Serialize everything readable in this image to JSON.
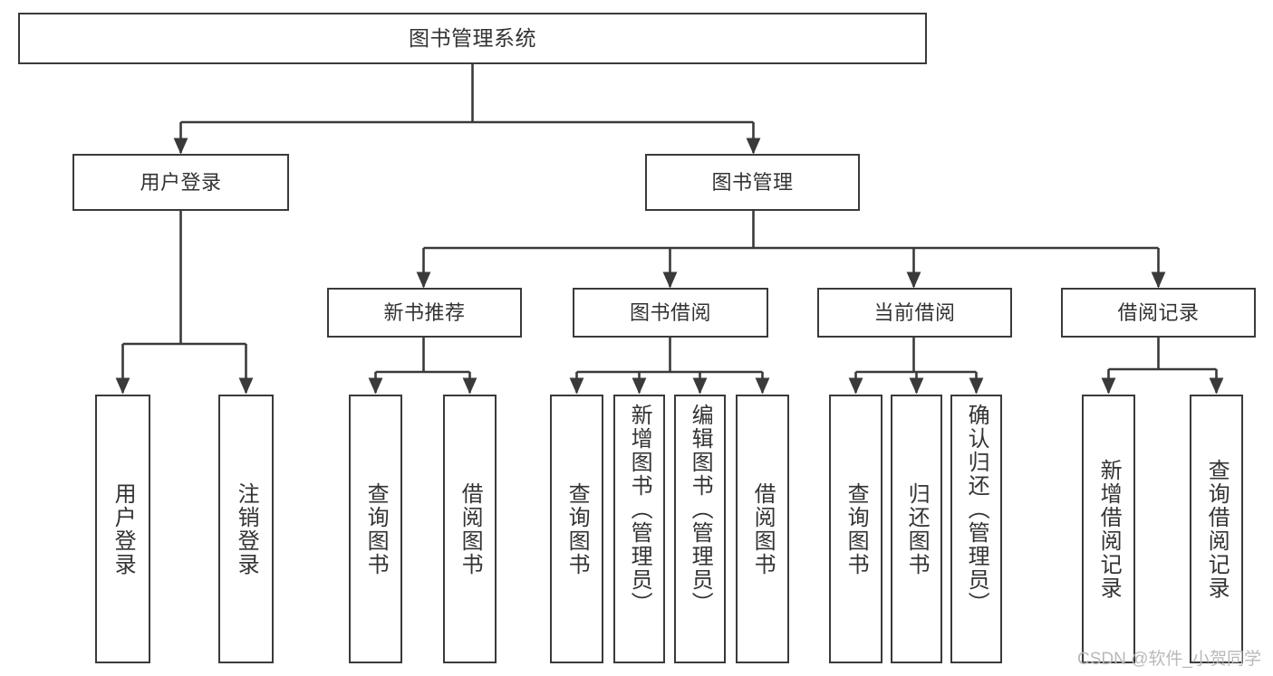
{
  "diagram": {
    "type": "tree",
    "title": "图书管理系统",
    "colors": {
      "stroke": "#3a3a3a",
      "text": "#333333",
      "background": "#ffffff",
      "watermark": "#b9b9b9"
    },
    "watermark": "CSDN @软件_小贺同学",
    "levels": [
      {
        "level": 0,
        "nodes": [
          {
            "id": "root",
            "label": "图书管理系统"
          }
        ]
      },
      {
        "level": 1,
        "nodes": [
          {
            "id": "user-login",
            "label": "用户登录",
            "parent": "root"
          },
          {
            "id": "book-manage",
            "label": "图书管理",
            "parent": "root"
          }
        ]
      },
      {
        "level": 2,
        "nodes": [
          {
            "id": "new-book-rec",
            "label": "新书推荐",
            "parent": "book-manage"
          },
          {
            "id": "book-borrow",
            "label": "图书借阅",
            "parent": "book-manage"
          },
          {
            "id": "current-borrow",
            "label": "当前借阅",
            "parent": "book-manage"
          },
          {
            "id": "borrow-record",
            "label": "借阅记录",
            "parent": "book-manage"
          }
        ]
      },
      {
        "level": 3,
        "nodes": [
          {
            "id": "leaf-user-login",
            "label": "用户登录",
            "parent": "user-login"
          },
          {
            "id": "leaf-user-logout",
            "label": "注销登录",
            "parent": "user-login"
          },
          {
            "id": "leaf-rec-query",
            "label": "查询图书",
            "parent": "new-book-rec"
          },
          {
            "id": "leaf-rec-borrow",
            "label": "借阅图书",
            "parent": "new-book-rec"
          },
          {
            "id": "leaf-borrow-query",
            "label": "查询图书",
            "parent": "book-borrow"
          },
          {
            "id": "leaf-borrow-add",
            "label": "新增图书（管理员）",
            "parent": "book-borrow"
          },
          {
            "id": "leaf-borrow-edit",
            "label": "编辑图书（管理员）",
            "parent": "book-borrow"
          },
          {
            "id": "leaf-borrow-lend",
            "label": "借阅图书",
            "parent": "book-borrow"
          },
          {
            "id": "leaf-cur-query",
            "label": "查询图书",
            "parent": "current-borrow"
          },
          {
            "id": "leaf-cur-return",
            "label": "归还图书",
            "parent": "current-borrow"
          },
          {
            "id": "leaf-cur-confirm",
            "label": "确认归还（管理员）",
            "parent": "current-borrow"
          },
          {
            "id": "leaf-rec-add",
            "label": "新增借阅记录",
            "parent": "borrow-record"
          },
          {
            "id": "leaf-rec-query2",
            "label": "查询借阅记录",
            "parent": "borrow-record"
          }
        ]
      }
    ]
  }
}
